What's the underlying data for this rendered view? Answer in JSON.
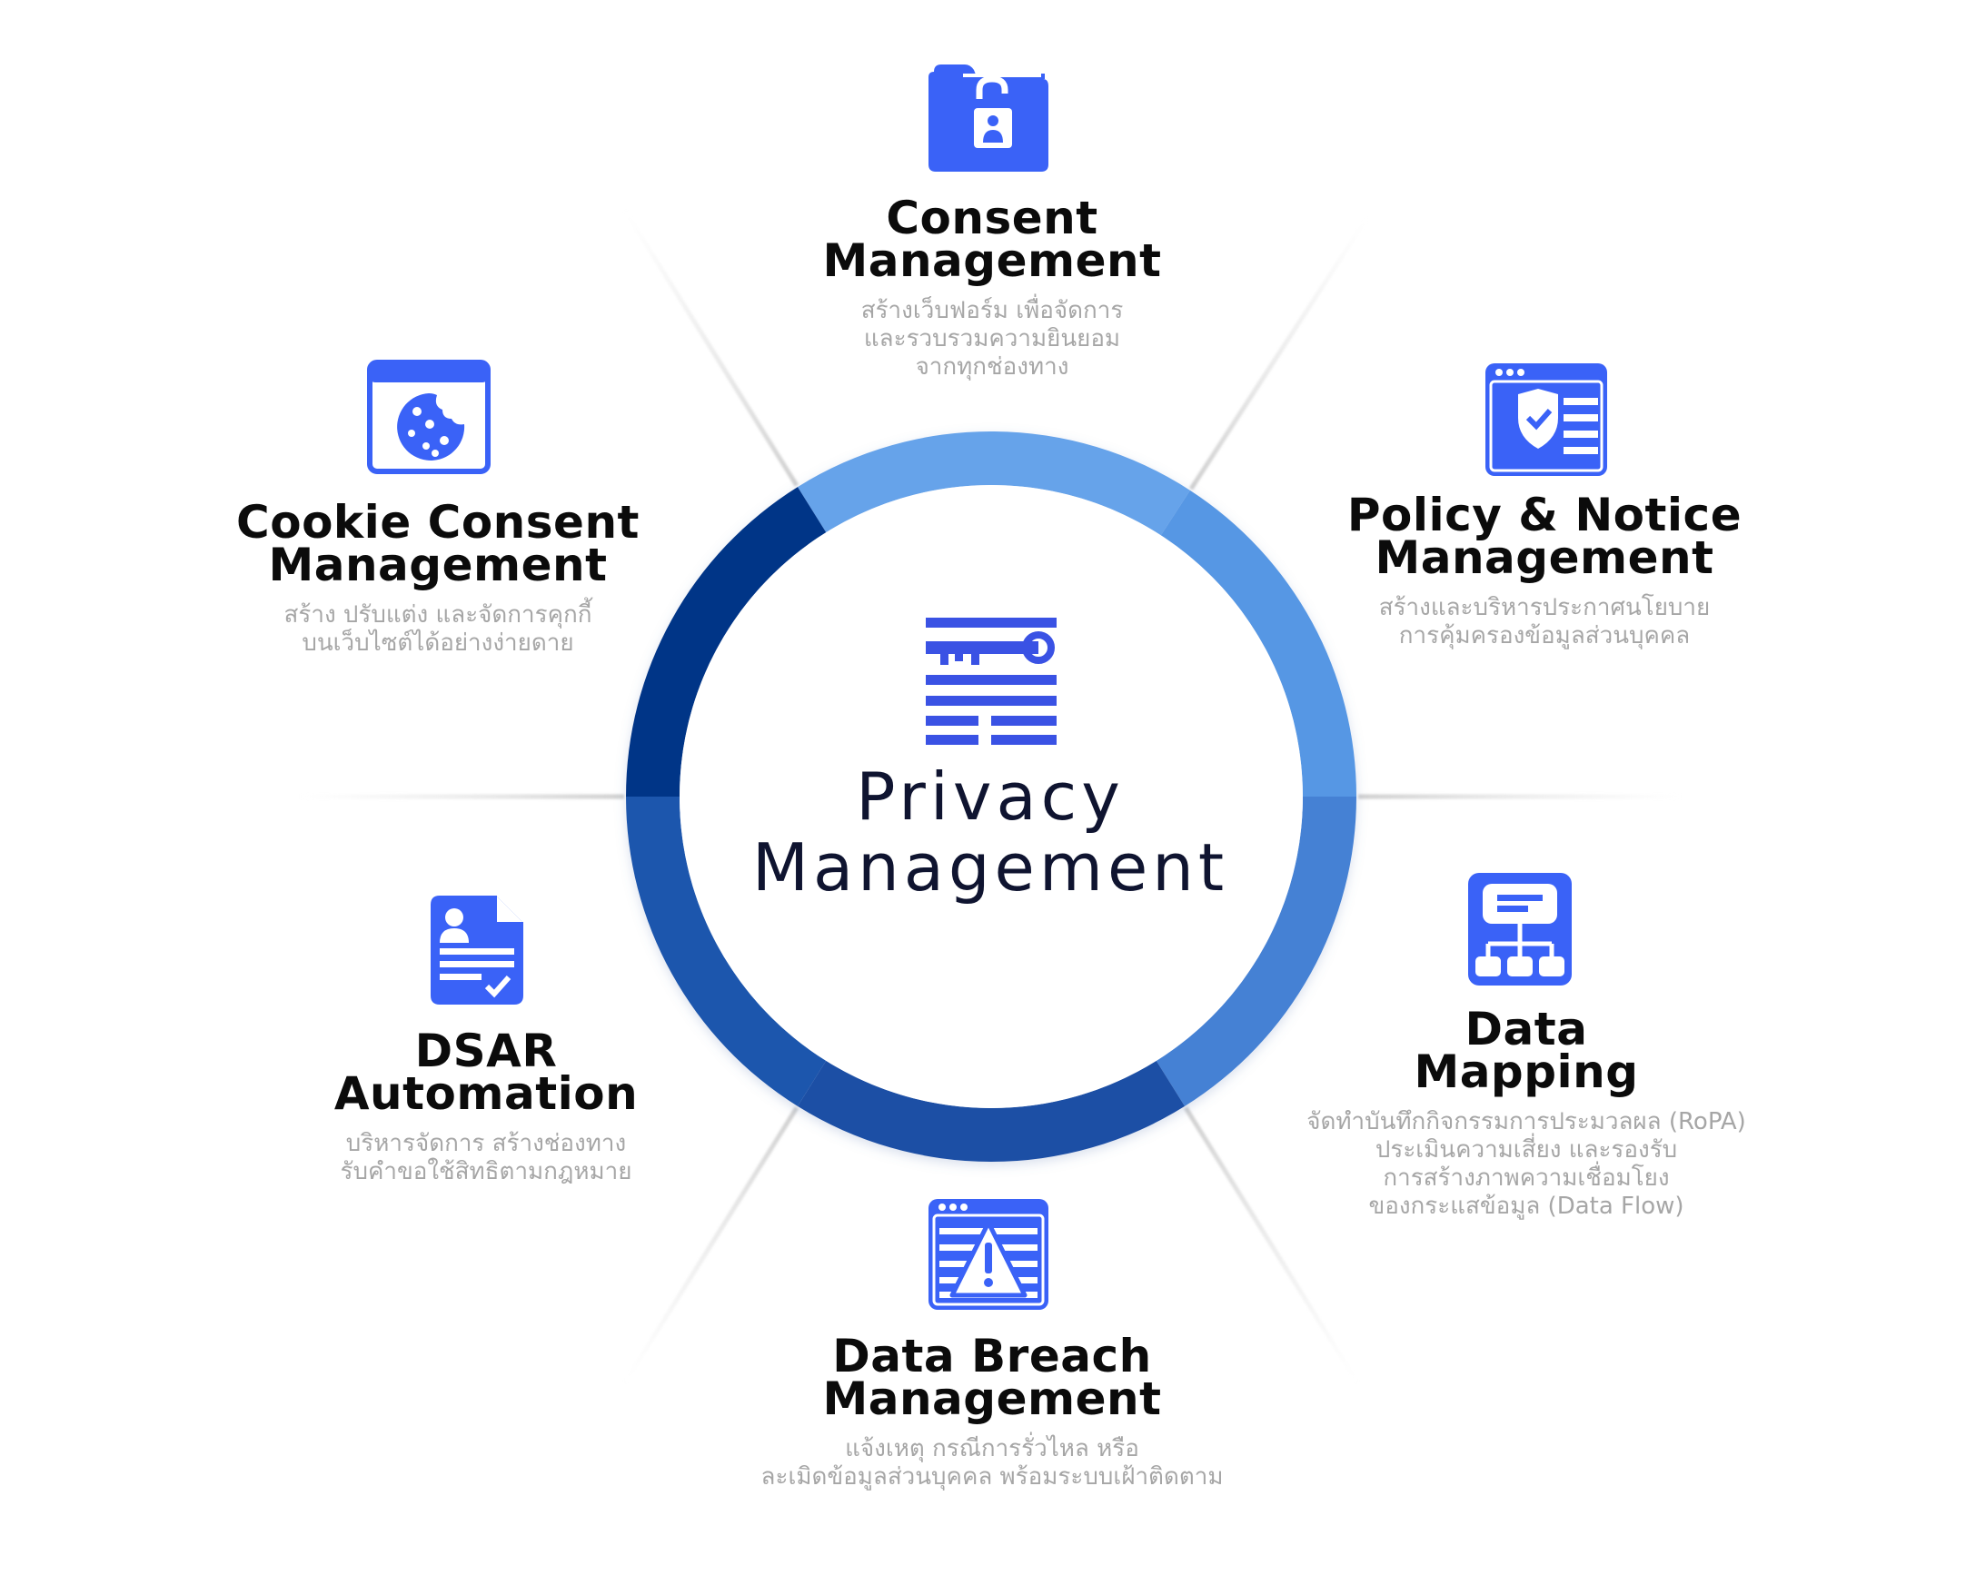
{
  "center": {
    "title_line1": "Privacy",
    "title_line2": "Management",
    "icon": "key-document-icon"
  },
  "ring_colors": [
    "#66a3ea",
    "#5797e4",
    "#4581d4",
    "#1c4fa5",
    "#1c56ad",
    "#003487"
  ],
  "accent_color": "#3a62f7",
  "modules": {
    "consent": {
      "title_line1": "Consent",
      "title_line2": "Management",
      "desc_line1": "สร้างเว็บฟอร์ม เพื่อจัดการ",
      "desc_line2": "และรวบรวมความยินยอม",
      "desc_line3": "จากทุกช่องทาง",
      "icon": "locked-folder-icon"
    },
    "policy": {
      "title_line1": "Policy & Notice",
      "title_line2": "Management",
      "desc_line1": "สร้างและบริหารประกาศนโยบาย",
      "desc_line2": "การคุ้มครองข้อมูลส่วนบุคคล",
      "icon": "shield-window-icon"
    },
    "mapping": {
      "title_line1": "Data",
      "title_line2": "Mapping",
      "desc_line1": "จัดทำบันทึกกิจกรรมการประมวลผล (RoPA)",
      "desc_line2": "ประเมินความเสี่ยง และรองรับ",
      "desc_line3": "การสร้างภาพความเชื่อมโยง",
      "desc_line4": "ของกระแสข้อมูล (Data Flow)",
      "icon": "sitemap-icon"
    },
    "breach": {
      "title_line1": "Data Breach",
      "title_line2": "Management",
      "desc_line1": "แจ้งเหตุ กรณีการรั่วไหล หรือ",
      "desc_line2": "ละเมิดข้อมูลส่วนบุคคล พร้อมระบบเฝ้าติดตาม",
      "icon": "warning-window-icon"
    },
    "dsar": {
      "title_line1": "DSAR",
      "title_line2": "Automation",
      "desc_line1": "บริหารจัดการ สร้างช่องทาง",
      "desc_line2": "รับคำขอใช้สิทธิตามกฎหมาย",
      "icon": "user-document-check-icon"
    },
    "cookie": {
      "title_line1": "Cookie Consent",
      "title_line2": "Management",
      "desc_line1": "สร้าง ปรับแต่ง และจัดการคุกกี้",
      "desc_line2": "บนเว็บไซต์ได้อย่างง่ายดาย",
      "icon": "cookie-window-icon"
    }
  }
}
